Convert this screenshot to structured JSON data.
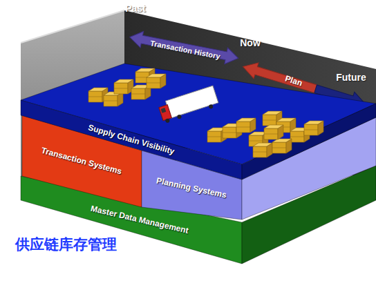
{
  "diagram": {
    "title": "供应链库存管理",
    "nodes": [
      {
        "text": [
          "Supply Chain Visibility"
        ]
      },
      {
        "text": [
          "Transaction Systems"
        ]
      },
      {
        "text": [
          "Planning Systems"
        ]
      },
      {
        "text": [
          "Master Data Management"
        ]
      }
    ],
    "labels": [
      "Past",
      "Transaction History",
      "Now",
      "Plan",
      "Future"
    ]
  }
}
